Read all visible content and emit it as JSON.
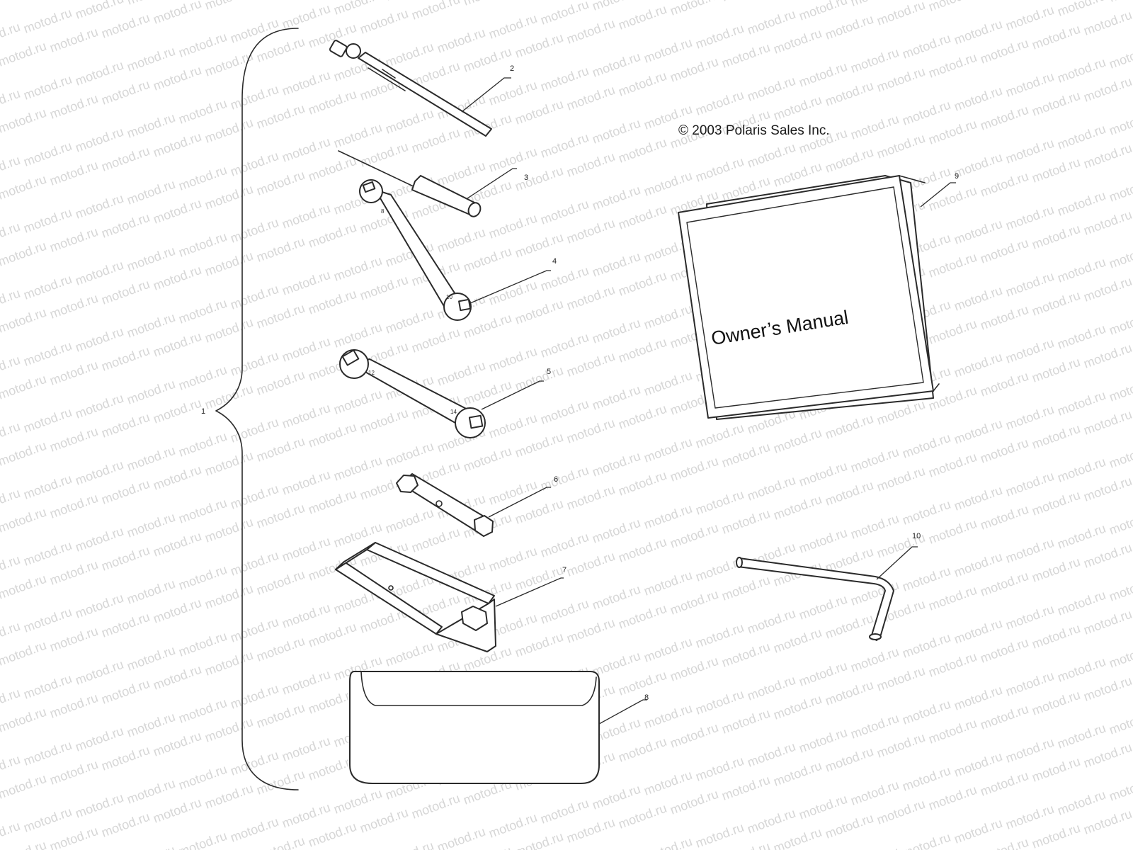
{
  "watermark": {
    "text": "motod.ru",
    "color": "#d6d6d6"
  },
  "copyright": "© 2003 Polaris Sales Inc.",
  "manual": {
    "cover_title": "Owner’s Manual"
  },
  "callouts": {
    "kit": "1",
    "tire_gauge": "2",
    "screwdriver": "3",
    "wrench_small": "4",
    "wrench_large": "5",
    "socket_tube": "6",
    "spark_plug_tool": "7",
    "pouch": "8",
    "owners_manual": "9",
    "hex_key": "10"
  },
  "stamped": {
    "wrench_small_a": "8",
    "wrench_small_b": "10",
    "wrench_large_a": "12",
    "wrench_large_b": "14"
  }
}
